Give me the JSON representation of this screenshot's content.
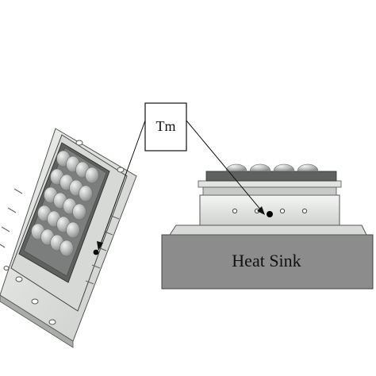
{
  "callout": {
    "label": "Tm"
  },
  "heatsink": {
    "label": "Heat Sink"
  },
  "colors": {
    "heatsink_fill": "#8c8c8c",
    "mount_fill": "#e4e6e4",
    "led_dome": "#b9bcba",
    "outline": "#333333",
    "sensor_dot": "#000000"
  },
  "led_array": {
    "rows": 5,
    "columns": 4
  },
  "icons": {
    "sensor": "black-dot-icon"
  }
}
